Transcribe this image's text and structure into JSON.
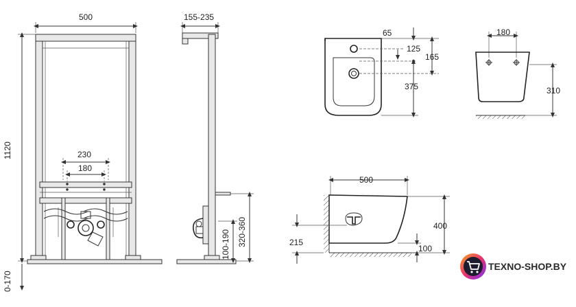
{
  "frame_front": {
    "width_label": "500",
    "height_label": "1120",
    "foot_label": "0-170",
    "spacing_outer_label": "230",
    "spacing_inner_label": "180"
  },
  "frame_side": {
    "depth_label": "155-235",
    "height_upper_label": "320-360",
    "height_lower_label": "100-190"
  },
  "bidet_top": {
    "label_65": "65",
    "label_125": "125",
    "label_165": "165",
    "label_375": "375"
  },
  "bidet_back": {
    "label_180": "180",
    "label_310": "310"
  },
  "bidet_side": {
    "width_label": "500",
    "height_label": "400",
    "floor_label": "215",
    "bottom_label": "100"
  },
  "logo": {
    "text": "TEXNO-SHOP.BY",
    "colors": {
      "ring_start": "#f5a623",
      "ring_end": "#7b2ff7",
      "inner": "#1c1c2e"
    }
  }
}
